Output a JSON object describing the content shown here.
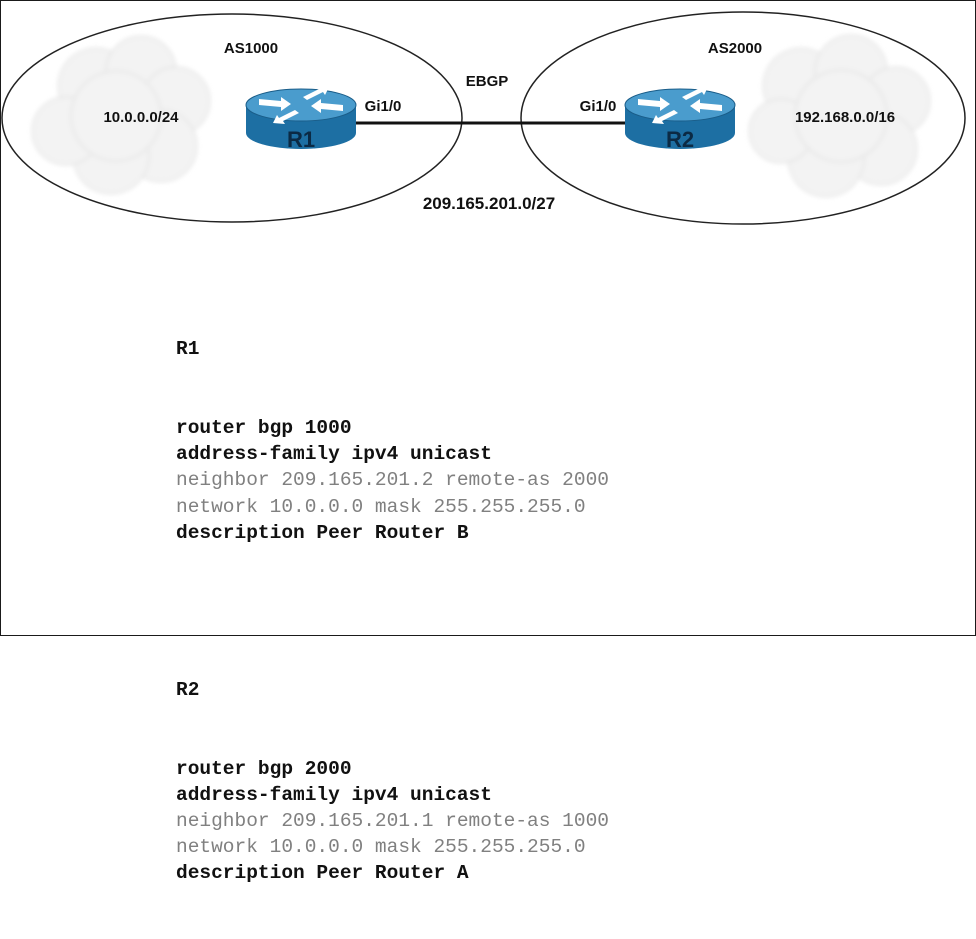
{
  "topology": {
    "left_as": {
      "label": "AS1000",
      "network": "10.0.0.0/24"
    },
    "right_as": {
      "label": "AS2000",
      "network": "192.168.0.0/16"
    },
    "link": {
      "protocol": "EBGP",
      "subnet": "209.165.201.0/27"
    },
    "r1": {
      "name": "R1",
      "interface": "Gi1/0"
    },
    "r2": {
      "name": "R2",
      "interface": "Gi1/0"
    }
  },
  "config": {
    "r1": {
      "title": "R1",
      "lines": [
        {
          "text": "router bgp 1000",
          "style": "bold"
        },
        {
          "text": "address-family ipv4 unicast",
          "style": "bold"
        },
        {
          "text": "neighbor 209.165.201.2 remote-as 2000",
          "style": "dim"
        },
        {
          "text": "network 10.0.0.0 mask 255.255.255.0",
          "style": "dim"
        },
        {
          "text": "description Peer Router B",
          "style": "bold"
        }
      ]
    },
    "r2": {
      "title": "R2",
      "lines": [
        {
          "text": "router bgp 2000",
          "style": "bold"
        },
        {
          "text": "address-family ipv4 unicast",
          "style": "bold"
        },
        {
          "text": "neighbor 209.165.201.1 remote-as 1000",
          "style": "dim"
        },
        {
          "text": "network 10.0.0.0 mask 255.255.255.0",
          "style": "dim"
        },
        {
          "text": "description Peer Router A",
          "style": "bold"
        }
      ]
    }
  },
  "colors": {
    "router_body": "#1d6fa3",
    "router_top": "#4a9ccd",
    "cloud": "#f4f4f4",
    "dim_text": "#808080"
  }
}
